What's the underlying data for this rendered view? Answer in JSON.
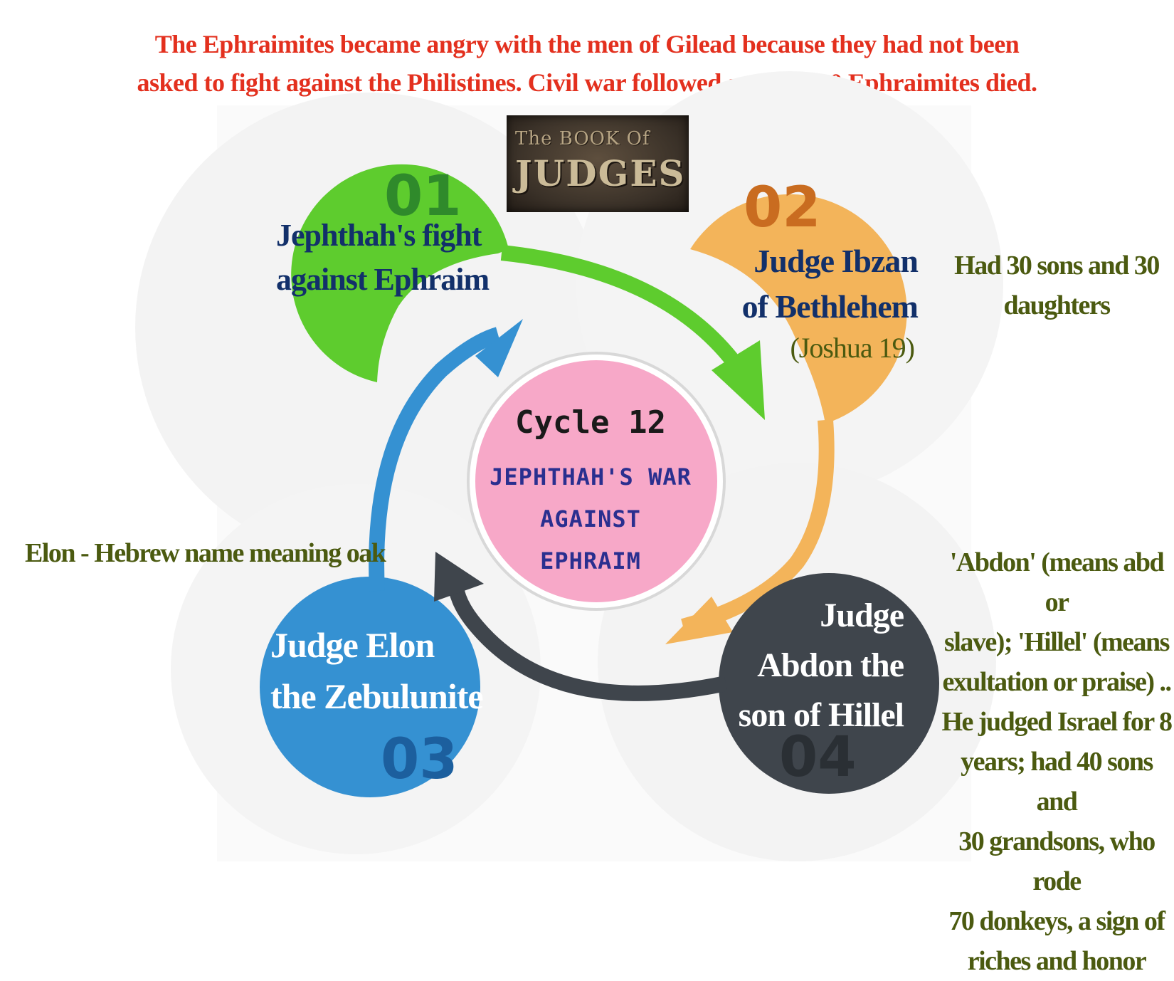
{
  "headline": {
    "line1": "The Ephraimites became angry with the men of Gilead because they had not been",
    "line2": "asked to fight against  the Philistines. Civil war followed and 42,000 Ephraimites died."
  },
  "book_cover": {
    "line1": "The BOOK Of",
    "line2": "JUDGES"
  },
  "center": {
    "title": "Cycle 12",
    "subtitle_lines": [
      "JEPHTHAH'S WAR",
      "AGAINST",
      "EPHRAIM"
    ]
  },
  "steps": [
    {
      "number": "01",
      "color": "#5ecc2e",
      "number_color": "#2f8a2b",
      "text_lines": [
        "Jephthah's fight",
        "against Ephraim"
      ]
    },
    {
      "number": "02",
      "color": "#f3b45a",
      "number_color": "#c96c20",
      "text_lines": [
        "Judge Ibzan",
        "of Bethlehem"
      ],
      "reference": "(Joshua 19)"
    },
    {
      "number": "03",
      "color": "#3591d2",
      "number_color": "#1c5f9e",
      "text_lines": [
        "Judge Elon",
        "the Zebulunite"
      ]
    },
    {
      "number": "04",
      "color": "#3f454c",
      "number_color": "#2a2f34",
      "text_lines": [
        "Judge",
        "Abdon the",
        "son of Hillel"
      ]
    }
  ],
  "notes": {
    "ibzan": [
      "Had 30 sons and 30",
      "daughters"
    ],
    "elon": "Elon - Hebrew name meaning oak",
    "abdon": [
      "'Abdon' (means abd or",
      "slave); 'Hillel' (means",
      "exultation or praise) ..",
      "He judged Israel for 8",
      "years; had 40 sons and",
      "30 grandsons, who rode",
      "70 donkeys, a sign of",
      "riches and honor"
    ]
  },
  "colors": {
    "headline": "#e3301e",
    "step_text_blue": "#12306a",
    "note_olive": "#4b5a10",
    "center_circle": "#f7a8c8",
    "center_subtitle": "#2a2f8f"
  }
}
